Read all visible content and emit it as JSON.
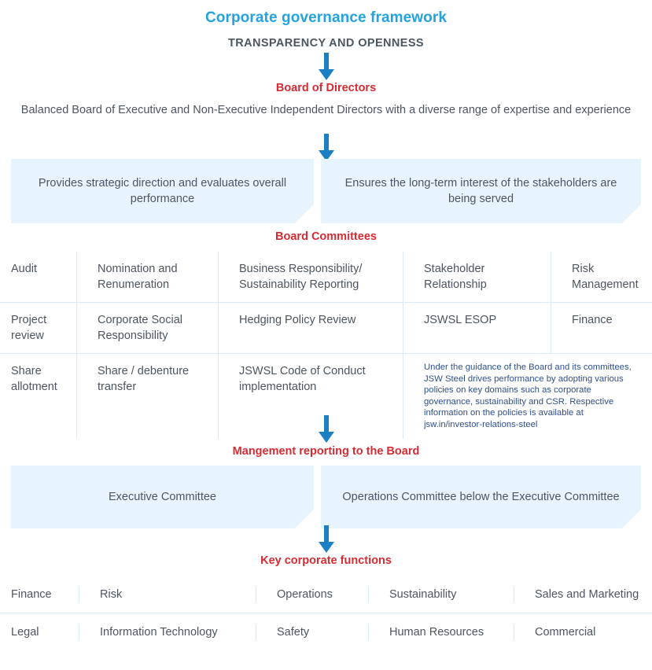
{
  "header": {
    "title": "Corporate governance framework",
    "subtitle": "TRANSPARENCY AND OPENNESS",
    "title_color": "#22a3e0",
    "subtitle_color": "#4a5660"
  },
  "board": {
    "label": "Board of Directors",
    "description": "Balanced Board of Executive and Non-Executive Independent Directors with a diverse range of expertise and experience",
    "banners": [
      "Provides strategic direction and evaluates overall performance",
      "Ensures the long-term interest of the stakeholders are being served"
    ]
  },
  "committees": {
    "label": "Board Committees",
    "rows": [
      [
        "Audit",
        "Nomination and Renumeration",
        "Business Responsibility/ Sustainability Reporting",
        "Stakeholder Relationship",
        "Risk Management"
      ],
      [
        "Project review",
        "Corporate Social Responsibility",
        "Hedging Policy Review",
        "JSWSL ESOP",
        "Finance"
      ],
      [
        "Share allotment",
        "Share / debenture transfer",
        "JSWSL Code of Conduct implementation"
      ]
    ],
    "note": "Under the guidance of the Board and its committees, JSW Steel drives performance by adopting various policies on key domains such as corporate governance, sustainability and CSR. Respective information on the policies is available at jsw.in/investor-relations-steel"
  },
  "management": {
    "label": "Mangement reporting to the Board",
    "banners": [
      "Executive Committee",
      "Operations Committee below the Executive Committee"
    ]
  },
  "functions": {
    "label": "Key corporate functions",
    "rows": [
      [
        "Finance",
        "Risk",
        "Operations",
        "Sustainability",
        "Sales and Marketing"
      ],
      [
        "Legal",
        "Information Technology",
        "Safety",
        "Human Resources",
        "Commercial"
      ]
    ]
  },
  "style": {
    "red": "#d52b33",
    "arrow_blue": "#1b7fc4",
    "banner_bg": "#e8f4fd",
    "divider": "#d6ebf7",
    "note_color": "#2e4f8e",
    "text_color": "#4c5560"
  },
  "icons": {
    "arrow_down": "down-arrow-icon"
  }
}
